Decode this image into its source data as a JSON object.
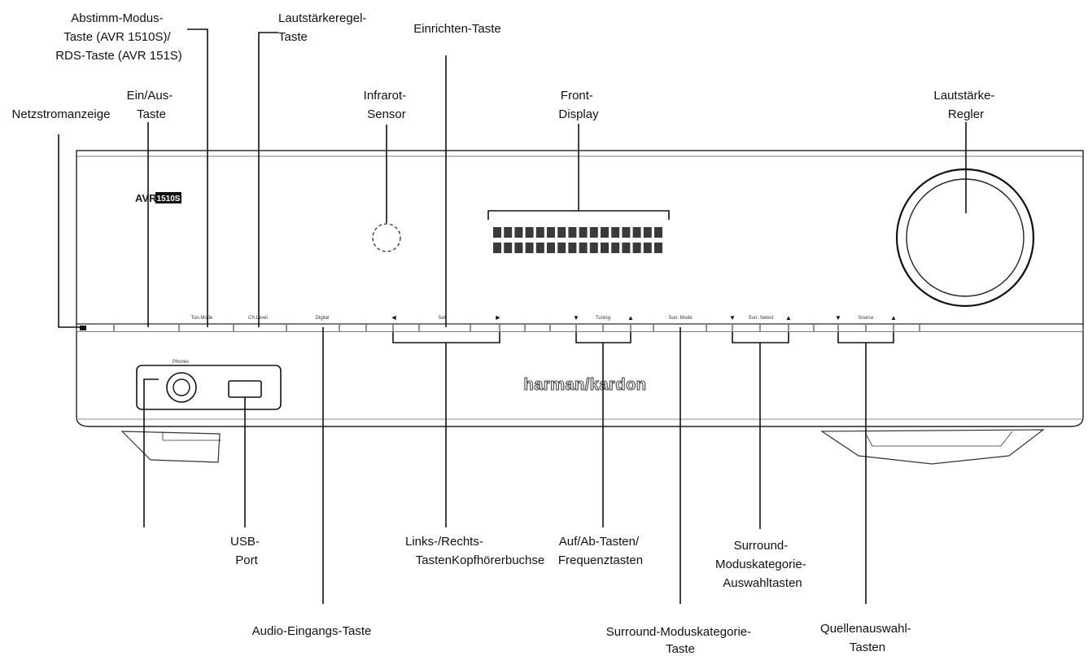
{
  "device": {
    "model_prefix": "AVR",
    "model_badge": "1510S",
    "brand": "harman/kardon",
    "phones_label": "Phones",
    "button_labels": {
      "tun_mode": "Tun.Mode",
      "ch_level": "Ch.Level",
      "digital": "Digital",
      "set": "Set",
      "tuning": "Tuning",
      "surr_mode": "Surr. Mode",
      "surr_select": "Surr. Select",
      "source": "Source"
    },
    "arrows": {
      "left": "◄",
      "right": "►",
      "down": "▼",
      "up": "▲"
    }
  },
  "callouts": {
    "netzstromanzeige": [
      "Netzstromanzeige"
    ],
    "ein_aus": [
      "Ein/Aus-",
      "Taste"
    ],
    "abstimm_modus": [
      "Abstimm-Modus-",
      "Taste (AVR 1510S)/",
      "RDS-Taste (AVR 151S)"
    ],
    "lautstaerkeregel": [
      "Lautstärkeregel-",
      "Taste"
    ],
    "einrichten": [
      "Einrichten-Taste"
    ],
    "infrarot": [
      "Infrarot-",
      "Sensor"
    ],
    "front_display": [
      "Front-",
      "Display"
    ],
    "lautstaerke_regler": [
      "Lautstärke-",
      "Regler"
    ],
    "usb": [
      "USB-",
      "Port"
    ],
    "links_rechts": [
      "Links-/Rechts-",
      "TastenKopfhörerbuchse"
    ],
    "auf_ab": [
      "Auf/Ab-Tasten/",
      "Frequenztasten"
    ],
    "surround_auswahl": [
      "Surround-",
      "Moduskategorie-",
      "Auswahltasten"
    ],
    "audio_eingang": [
      "Audio-Eingangs-Taste"
    ],
    "surround_taste": [
      "Surround-Moduskategorie-",
      "Taste"
    ],
    "quellenauswahl": [
      "Quellenauswahl-",
      "Tasten"
    ]
  }
}
